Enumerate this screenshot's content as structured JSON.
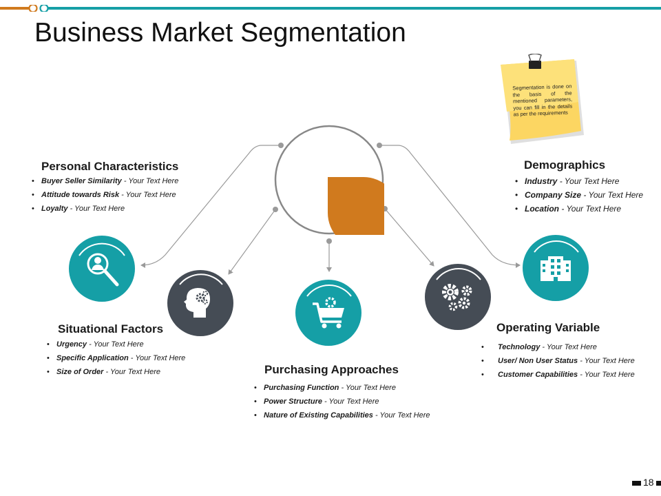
{
  "slide": {
    "title": "Business Market Segmentation",
    "page_number": "18",
    "note": "Segmentation is done on the basis of the mentioned parameters, you can fill in the details as per the requirements"
  },
  "colors": {
    "teal": "#159fa6",
    "dark": "#454c55",
    "orange": "#d07a1e",
    "line": "#9a9a9a",
    "note": "#fde17a"
  },
  "sections": {
    "personal": {
      "title": "Personal Characteristics",
      "items": [
        {
          "label": "Buyer Seller Similarity",
          "text": "- Your Text Here"
        },
        {
          "label": "Attitude towards Risk",
          "text": "- Your Text Here"
        },
        {
          "label": "Loyalty",
          "text": "- Your Text Here"
        }
      ]
    },
    "demographics": {
      "title": "Demographics",
      "items": [
        {
          "label": "Industry",
          "text": "- Your Text Here"
        },
        {
          "label": "Company Size",
          "text": "- Your Text Here"
        },
        {
          "label": "Location",
          "text": "- Your Text Here"
        }
      ]
    },
    "situational": {
      "title": "Situational Factors",
      "items": [
        {
          "label": "Urgency",
          "text": "- Your Text Here"
        },
        {
          "label": "Specific Application",
          "text": "- Your Text Here"
        },
        {
          "label": "Size of Order",
          "text": "- Your Text Here"
        }
      ]
    },
    "purchasing": {
      "title": "Purchasing Approaches",
      "items": [
        {
          "label": "Purchasing Function",
          "text": "- Your Text Here"
        },
        {
          "label": "Power Structure",
          "text": "- Your Text Here"
        },
        {
          "label": "Nature of Existing Capabilities",
          "text": "- Your Text Here"
        }
      ]
    },
    "operating": {
      "title": "Operating Variable",
      "items": [
        {
          "label": "Technology",
          "text": "- Your Text Here"
        },
        {
          "label": "User/ Non User Status",
          "text": "- Your Text Here"
        },
        {
          "label": "Customer Capabilities",
          "text": "- Your Text Here"
        }
      ]
    }
  },
  "icons": {
    "personal": "user-search-icon",
    "situational": "brain-gears-icon",
    "purchasing": "shopping-cart-icon",
    "operating": "gears-icon",
    "demographics": "building-icon",
    "center": "pie-chart-icon"
  }
}
